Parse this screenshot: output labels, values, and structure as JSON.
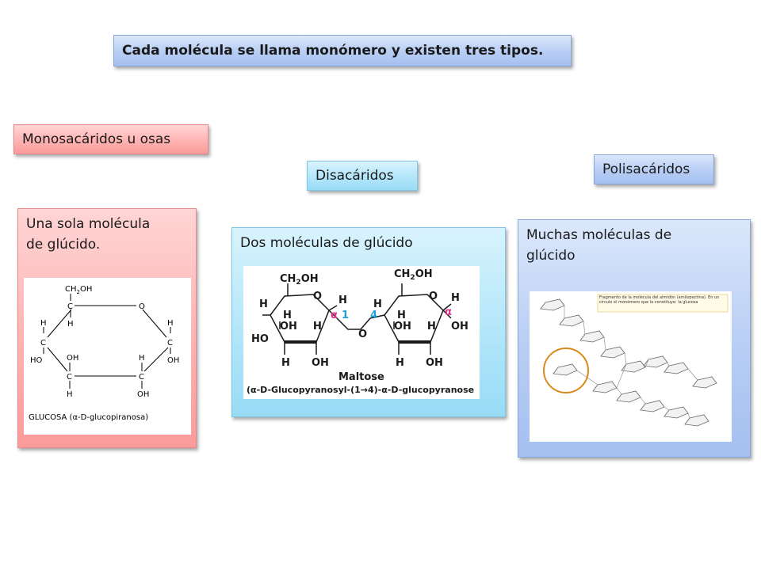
{
  "title": "Cada molécula se llama monómero y existen tres tipos.",
  "categories": {
    "mono": "Monosacáridos u osas",
    "disa": "Disacáridos",
    "poli": "Polisacáridos"
  },
  "cards": {
    "mono": {
      "text_line1": "Una sola molécula",
      "text_line2": "de glúcido.",
      "structure": {
        "ch2oh": "CH",
        "ch2oh_sub": "2",
        "ch2oh_tail": "OH",
        "c": "C",
        "o": "O",
        "h": "H",
        "oh": "OH",
        "ho": "HO",
        "caption": "GLUCOSA (α-D-glucopiranosa)"
      }
    },
    "disa": {
      "text": "Dos moléculas de glúcido",
      "structure": {
        "ch2oh": "CH",
        "ch2oh_sub": "2",
        "ch2oh_tail": "OH",
        "h": "H",
        "oh": "OH",
        "ho": "HO",
        "o": "O",
        "alpha": "α",
        "one": "1",
        "four": "4",
        "name": "Maltose",
        "formula": "(α-D-Glucopyranosyl-(1→4)-α-D-glucopyranose"
      }
    },
    "poli": {
      "text_line1": "Muchas moléculas de",
      "text_line2": "glúcido",
      "note": "Fragmento de la molécula del almidón (amilopectina). En un círculo el monómero que lo constituye: la glucosa"
    }
  },
  "colors": {
    "blue_box": "#b7cdf4",
    "pink_box": "#ffb3b3",
    "cyan_box": "#b3e6fa",
    "alpha_magenta": "#d6338a",
    "bond_blue": "#1ea0d6",
    "circle_orange": "#d98a1a"
  }
}
